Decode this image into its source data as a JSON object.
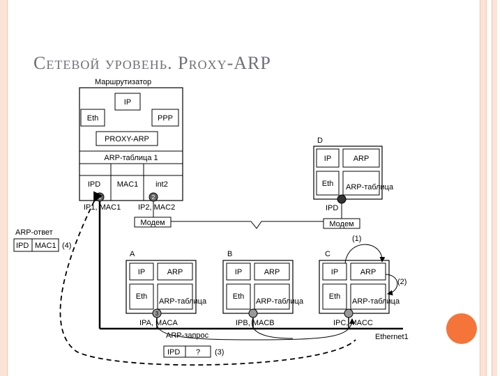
{
  "slide": {
    "title": "Сетевой уровень. Proxy-ARP"
  },
  "router": {
    "title": "Маршрутизатор",
    "ip": "IP",
    "eth": "Eth",
    "ppp": "PPP",
    "proxy_arp": "PROXY-ARP",
    "arp_table": "ARP-таблица 1",
    "cells": [
      "IPD",
      "MAC1",
      "int2"
    ],
    "port_labels": [
      "1",
      "2"
    ],
    "if1": "IP1, MAC1",
    "if2": "IP2, MAC2"
  },
  "modem_left": "Модем",
  "modem_right": "Модем",
  "host_d": {
    "label": "D",
    "ip": "IP",
    "arp": "ARP",
    "eth": "Eth",
    "arp_table": "ARP-таблица",
    "addr": "IPD"
  },
  "host_a": {
    "label": "A",
    "ip": "IP",
    "arp": "ARP",
    "eth": "Eth",
    "arp_table": "ARP-таблица",
    "port": "3",
    "addr": "IPA, MACA"
  },
  "host_b": {
    "label": "B",
    "ip": "IP",
    "arp": "ARP",
    "eth": "Eth",
    "arp_table": "ARP-таблица",
    "addr": "IPB, MACB"
  },
  "host_c": {
    "label": "C",
    "ip": "IP",
    "arp": "ARP",
    "eth": "Eth",
    "arp_table": "ARP-таблица",
    "addr": "IPC, MACC"
  },
  "arp_response": {
    "title": "ARP-ответ",
    "cells": [
      "IPD",
      "MAC1"
    ],
    "num": "(4)"
  },
  "arp_request": {
    "title": "ARP-запрос",
    "cells": [
      "IPD",
      "?"
    ],
    "num": "(3)"
  },
  "steps": [
    "(1)",
    "(2)"
  ],
  "network": "Ethernet1"
}
